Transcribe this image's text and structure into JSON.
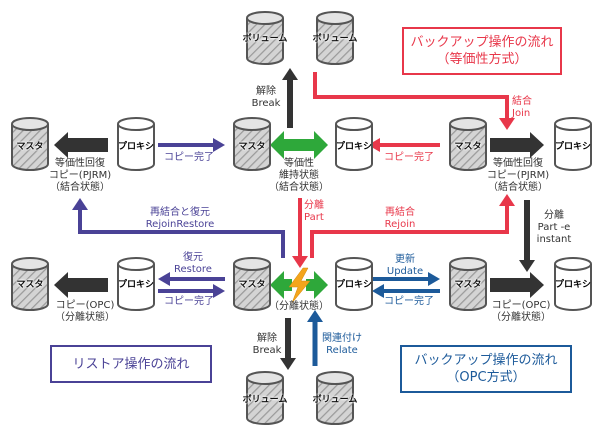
{
  "colors": {
    "red": "#e8374a",
    "purple": "#4a4296",
    "blue": "#1c5a9a",
    "dark": "#333333",
    "green": "#2ea83a",
    "bolt": "#f4a51c"
  },
  "cylinders": {
    "volume": "ボリューム",
    "master": "マスタ",
    "proxy": "プロキシ"
  },
  "center": {
    "equivalence_state": [
      "等価性",
      "維持状態",
      "（結合状態）"
    ],
    "separated_state": "（分離状態）",
    "break_top": [
      "解除",
      "Break"
    ],
    "break_bottom": [
      "解除",
      "Break"
    ],
    "part": [
      "分離",
      "Part"
    ],
    "relate": [
      "関連付け",
      "Relate"
    ]
  },
  "backup_equivalence": {
    "title": [
      "バックアップ操作の流れ",
      "（等価性方式）"
    ],
    "join": [
      "結合",
      "Join"
    ],
    "copy_done": "コピー完了",
    "copy_label": [
      "等価性回復",
      "コピー(PJRM)",
      "（結合状態）"
    ],
    "rejoin": [
      "再結合",
      "Rejoin"
    ],
    "part_instant": [
      "分離",
      "Part -e",
      "instant"
    ]
  },
  "backup_opc": {
    "title": [
      "バックアップ操作の流れ",
      "（OPC方式）"
    ],
    "update": [
      "更新",
      "Update"
    ],
    "copy_done": "コピー完了",
    "copy_label": [
      "コピー(OPC)",
      "（分離状態）"
    ]
  },
  "restore": {
    "title": "リストア操作の流れ",
    "copy_done_top": "コピー完了",
    "copy_label_top": [
      "等価性回復",
      "コピー(PJRM)",
      "（結合状態）"
    ],
    "rejoin_restore": [
      "再結合と復元",
      "RejoinRestore"
    ],
    "restore": [
      "復元",
      "Restore"
    ],
    "copy_done_bottom": "コピー完了",
    "copy_label_bottom": [
      "コピー(OPC)",
      "（分離状態）"
    ]
  }
}
